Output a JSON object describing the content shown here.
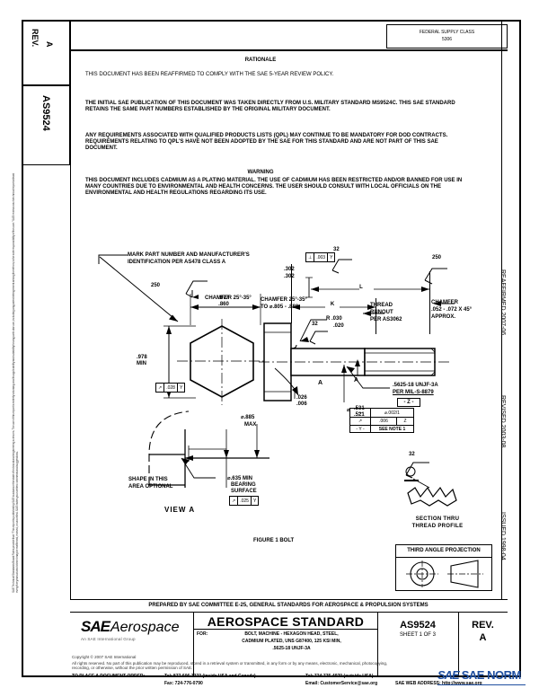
{
  "sheet": {
    "fsc_label": "FEDERAL SUPPLY CLASS",
    "fsc_value": "5306",
    "rev_label": "REV.",
    "rev_value": "A",
    "doc_number": "AS9524",
    "side_disclaimer": "SAE Technical Standards Board Rules provide that: “This report is published by SAE to advance the state of technical and engineering sciences. The use of this report is entirely voluntary, and its applicability and suitability for any particular use, including any patent infringement arising therefrom, is the sole responsibility of the user.”  SAE reviews each technical report at least every five years at which time it may be reaffirmed, revised, or cancelled. SAE invites your written comments and suggestions.",
    "date_reaffirmed": "REAFFIRMED 2007-06",
    "date_revised": "REVISED 2003-08",
    "date_issued": "ISSUED 1998-04"
  },
  "rationale": {
    "heading": "RATIONALE",
    "line1": "THIS DOCUMENT HAS BEEN REAFFIRMED TO COMPLY WITH THE SAE 5-YEAR REVIEW POLICY.",
    "para1": "THE INITIAL SAE PUBLICATION OF THIS DOCUMENT WAS TAKEN DIRECTLY FROM U.S. MILITARY STANDARD MS9524C. THIS SAE STANDARD RETAINS THE SAME PART NUMBERS  ESTABLISHED BY THE ORIGINAL MILITARY DOCUMENT.",
    "para2": "ANY REQUIREMENTS ASSOCIATED WITH QUALIFIED PRODUCTS LISTS (QPL) MAY CONTINUE TO BE MANDATORY FOR DOD CONTRACTS. REQUIREMENTS RELATING TO QPL'S HAVE NOT BEEN  ADOPTED BY THE SAE FOR THIS STANDARD AND ARE NOT PART OF THIS SAE DOCUMENT."
  },
  "warning": {
    "heading": "WARNING",
    "body": "THIS DOCUMENT INCLUDES CADMIUM AS A PLATING MATERIAL. THE USE OF CADMIUM HAS BEEN RESTRICTED AND/OR BANNED FOR USE IN MANY COUNTRIES DUE TO ENVIRONMENTAL AND HEALTH CONCERNS.  THE USER SHOULD CONSULT WITH LOCAL OFFICIALS ON THE ENVIRONMENTAL AND HEALTH REGULATIONS REGARDING ITS USE."
  },
  "drawing": {
    "mark_note_l1": "MARK PART NUMBER  AND MANUFACTURER'S",
    "mark_note_l2": "IDENTIFICATION PER AS478 CLASS A",
    "head_width_hi": ".877",
    "head_width_lo": ".860",
    "head_height": ".978",
    "head_height_min": "MIN",
    "chamfer_head_l1": "CHAMFER 25°-35°",
    "chamfer_head_l2": "TO ⌀.805 - .880",
    "surf_250_left": "250",
    "surf_250_mid": "250",
    "surf_250_right": "250",
    "surf_32_top": "32",
    "surf_32_shank": "32",
    "surf_32_section": "32",
    "dim_302_hi": ".302",
    "dim_302_lo": ".302",
    "dim_L": "L",
    "dim_K": "K",
    "dim_A": "A",
    "thread_runout_l1": "THREAD",
    "thread_runout_l2": "RUNOUT",
    "thread_runout_l3": "PER AS3062",
    "radius_l1": "R .030",
    "radius_l2": ".020",
    "chamfer_end_l1": "CHAMFER",
    "chamfer_end_l2": ".052 - .072 X 45°",
    "chamfer_end_l3": "APPROX.",
    "thread_spec_l1": ".5625-18 UNJF-3A",
    "thread_spec_l2": "PER MIL-S-8879",
    "datum_z": "- Z -",
    "datum_y": "- Y -",
    "see_note": "SEE NOTE 1",
    "shank_dia_hi": ".531",
    "shank_dia_lo": ".521",
    "undercut_hi": ".026",
    "undercut_lo": ".006",
    "head_flat_note_l1": "SHAPE IN THIS",
    "head_flat_note_l2": "AREA OPTIONAL",
    "bearing_dia_max": "⌀.885",
    "bearing_dia_max_l2": "MAX",
    "bearing_min_l1": "⌀.635 MIN",
    "bearing_min_l2": "BEARING",
    "bearing_min_l3": "SURFACE",
    "view_a_label": "VIEW A",
    "figure_label": "FIGURE 1  BOLT",
    "section_label_l1": "SECTION THRU",
    "section_label_l2": "THREAD PROFILE",
    "projection_label": "THIRD ANGLE PROJECTION",
    "fcf_perp": {
      "sym": "⊥",
      "tol": ".003",
      "datum": "Y"
    },
    "fcf_head_runout": {
      "sym": "↗",
      "tol": ".028",
      "datum": "Y"
    },
    "fcf_bearing_runout": {
      "sym": "↗",
      "tol": ".025",
      "datum": "Y"
    },
    "fcf_stack_r1": {
      "sym": "—",
      "tol": "⌀.002/1"
    },
    "fcf_stack_r2": {
      "sym": "↗",
      "tol": ".006",
      "datum": "Z"
    },
    "fcf_stack_r3": {
      "sym": "- Y -",
      "note": "SEE NOTE 1"
    }
  },
  "titleblock": {
    "committee": "PREPARED BY SAE COMMITTEE E-25, GENERAL STANDARDS FOR AEROSPACE & PROPULSION SYSTEMS",
    "logo_main": "SAE",
    "logo_sub": "Aerospace",
    "logo_tag": "An SAE International Group",
    "std_type": "AEROSPACE STANDARD",
    "for_label": "FOR:",
    "title_l1": "BOLT, MACHINE - HEXAGON HEAD, STEEL,",
    "title_l2": "CADMIUM PLATED, UNS G87400, 125 KSI MIN,",
    "title_l3": ".5625-18 UNJF-3A",
    "doc_number": "AS9524",
    "sheet_text": "SHEET 1 OF 3",
    "rev_label": "REV.",
    "rev_value": "A"
  },
  "footer": {
    "copyright": "Copyright © 2007 SAE International",
    "rights_l1": "All rights reserved.  No part of this publication may be reproduced, stored in a retrieval system or transmitted, in any form or by any means, electronic, mechanical, photocopying,",
    "rights_l2": "recording, or otherwise, without the prior written permission of SAE.",
    "order_label": "TO PLACE A DOCUMENT ORDER:",
    "tel_us": "Tel:  877-606-7323 (inside USA and Canada)",
    "tel_intl": "Tel:  724-776-4970 (outside USA)",
    "fax": "Fax:  724-776-0790",
    "email": "Email:  CustomerService@sae.org",
    "web": "SAE WEB ADDRESS: http://www.sae.org",
    "watermark_l1": "SAE",
    "watermark_l2": "SAE NORM"
  }
}
